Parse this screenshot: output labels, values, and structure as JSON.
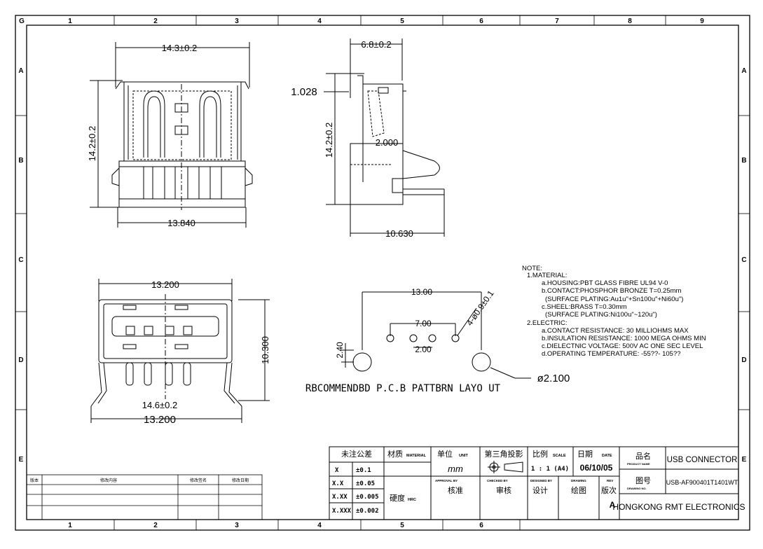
{
  "zones": {
    "top": [
      "G",
      "1",
      "2",
      "3",
      "4",
      "5",
      "6",
      "7",
      "8",
      "9"
    ],
    "bottom": [
      "1",
      "2",
      "3",
      "4",
      "5",
      "6"
    ],
    "left": [
      "A",
      "B",
      "C",
      "D",
      "E"
    ],
    "right": [
      "A",
      "B",
      "C",
      "D",
      "E"
    ]
  },
  "dims": {
    "front_width": "14.3±0.2",
    "front_height": "14.2±0.2",
    "front_base": "13.840",
    "side_width": "6.8±0.2",
    "side_offset": "1.028",
    "side_height": "14.2±0.2",
    "side_inner": "2.000",
    "side_length": "10.630",
    "bottom_width": "13.200",
    "bottom_height": "10.300",
    "bottom_overall": "14.6±0.2",
    "bottom_overall_2": "13.200",
    "pcb_span": "13.00",
    "pcb_holes": "4-ø0.9±0.1",
    "pcb_inner": "7.00",
    "pcb_pitch": "2.00",
    "pcb_offset": "2.40",
    "pcb_large_hole": "ø2.100",
    "pcb_caption": "RBCOMMENDBD P.C.B PATTBRN LAYO UT"
  },
  "notes": [
    "NOTE:",
    "1.MATERIAL:",
    "a.HOUSING:PBT GLASS FIBRE UL94 V-0",
    "b.CONTACT:PHOSPHOR BRONZE T=0.25mm",
    "(SURFACE PLATING:Au1u\"+Sn100u\"+Ni60u\")",
    "c.SHEEL:BRASS T=0.30mm",
    "(SURFACE PLATING:Ni100u\"~120u\")",
    "2.ELECTRIC:",
    "a.CONTACT RESISTANCE: 30 MILLIOHMS MAX",
    "b.INSULATION RESISTANCE: 1000 MEGA OHMS MIN",
    "c.DIELECTNIC VOLTAGE: 500V AC ONE SEC LEVEL",
    "d.OPERATING TEMPERATURE: -55??- 105??"
  ],
  "revision_table": {
    "col_rev": "版本",
    "col_content": "修改内容",
    "col_sign": "修改签名",
    "col_date": "修改日期"
  },
  "title_block": {
    "tol_header": "未注公差",
    "tolerances": [
      {
        "k": "X",
        "v": "±0.1"
      },
      {
        "k": "X.X",
        "v": "±0.05"
      },
      {
        "k": "X.XX",
        "v": "±0.005"
      },
      {
        "k": "X.XXX",
        "v": "±0.002"
      }
    ],
    "material_cn": "材质",
    "material_en": "MATERIAL",
    "hardness_cn": "硬度",
    "hardness_en": "HRC",
    "unit_cn": "单位",
    "unit_en": "UNIT",
    "unit_value": "mm",
    "projection_cn": "第三角投影",
    "scale_cn": "比例",
    "scale_en": "SCALE",
    "scale_value": "1 : 1 (A4)",
    "date_cn": "日期",
    "date_en": "DATE",
    "date_value": "06/10/05",
    "approval_en": "APPROVAL BY",
    "approval_cn": "核准",
    "checked_en": "CHECKED BY",
    "checked_cn": "审核",
    "designed_en": "DESIGNED BY",
    "designed_cn": "设计",
    "drawing_en": "DRAWING",
    "drawing_cn": "绘图",
    "rev_en": "REV",
    "rev_cn": "版次",
    "rev_value": "A",
    "product_cn": "品名",
    "product_en": "PRODUCT NAME",
    "product_value": "USB CONNECTOR",
    "drawno_cn": "图号",
    "drawno_en": "DRAWING NO.",
    "drawno_value": "USB-AF900401T1401WT",
    "company": "HONGKONG RMT ELECTRONICS"
  }
}
